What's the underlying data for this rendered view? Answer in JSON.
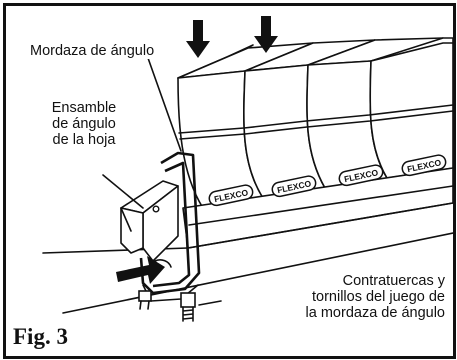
{
  "labels": {
    "angle_clamp": "Mordaza de ángulo",
    "blade_assembly": [
      "Ensamble",
      "de ángulo",
      "de la hoja"
    ],
    "nuts_bolts": [
      "Contratuercas y",
      "tornillos del juego de",
      "la mordaza de ángulo"
    ]
  },
  "brand_text": "FLEXCO",
  "figure_caption": "Fig. 3",
  "colors": {
    "ink": "#111111",
    "paper": "#ffffff"
  }
}
